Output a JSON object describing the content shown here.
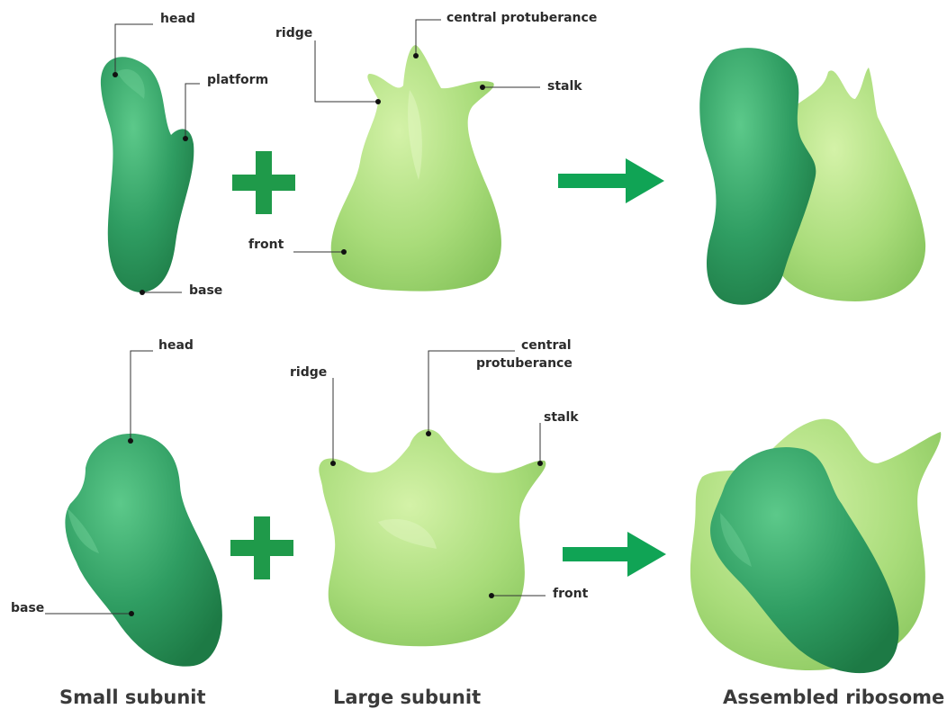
{
  "colors": {
    "small_subunit": "#2f9d62",
    "large_subunit": "#a9dc7a",
    "plus": "#1f9a4a",
    "arrow": "#10a455"
  },
  "labels": {
    "top": {
      "small_head": "head",
      "small_platform": "platform",
      "small_base": "base",
      "large_ridge": "ridge",
      "large_central_line1": "central protuberance",
      "large_stalk": "stalk",
      "large_front": "front"
    },
    "bottom": {
      "small_head": "head",
      "small_base": "base",
      "large_ridge": "ridge",
      "large_central_line1": "central",
      "large_central_line2": "protuberance",
      "large_stalk": "stalk",
      "large_front": "front"
    }
  },
  "captions": {
    "small": "Small subunit",
    "large": "Large subunit",
    "assembled": "Assembled ribosome"
  }
}
